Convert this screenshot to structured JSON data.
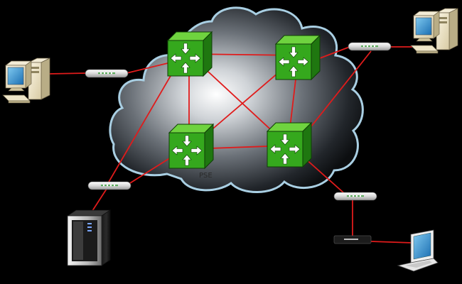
{
  "diagram": {
    "cloud_label": "PSE",
    "colors": {
      "background": "#000000",
      "link": "#e01b1b",
      "cloud_edge": "#a9cfe3",
      "router_face": "#33a51a",
      "router_dark": "#1e6e0e"
    },
    "nodes": [
      {
        "id": "router-top-left",
        "kind": "router",
        "icon": "router-icon"
      },
      {
        "id": "router-top-right",
        "kind": "router",
        "icon": "router-icon"
      },
      {
        "id": "router-bottom-left",
        "kind": "router",
        "icon": "router-icon"
      },
      {
        "id": "router-bottom-right",
        "kind": "router",
        "icon": "router-icon"
      },
      {
        "id": "desktop-left",
        "kind": "desktop",
        "icon": "desktop-computer-icon"
      },
      {
        "id": "desktop-right",
        "kind": "desktop",
        "icon": "desktop-computer-icon"
      },
      {
        "id": "server",
        "kind": "server",
        "icon": "server-tower-icon"
      },
      {
        "id": "laptop",
        "kind": "laptop",
        "icon": "laptop-icon"
      },
      {
        "id": "modem-left",
        "kind": "line-interface",
        "icon": "line-interface-icon"
      },
      {
        "id": "modem-right",
        "kind": "line-interface",
        "icon": "line-interface-icon"
      },
      {
        "id": "modem-bottom-left",
        "kind": "line-interface",
        "icon": "line-interface-icon"
      },
      {
        "id": "modem-bottom-right",
        "kind": "line-interface",
        "icon": "line-interface-icon"
      },
      {
        "id": "access-box",
        "kind": "access-device",
        "icon": "access-device-icon"
      }
    ],
    "links": [
      [
        "router-top-left",
        "router-top-right"
      ],
      [
        "router-top-left",
        "router-bottom-left"
      ],
      [
        "router-top-left",
        "router-bottom-right"
      ],
      [
        "router-top-right",
        "router-bottom-right"
      ],
      [
        "router-top-right",
        "router-bottom-left"
      ],
      [
        "router-bottom-left",
        "router-bottom-right"
      ],
      [
        "desktop-left",
        "modem-left"
      ],
      [
        "modem-left",
        "router-top-left"
      ],
      [
        "router-top-right",
        "modem-right"
      ],
      [
        "modem-right",
        "desktop-right"
      ],
      [
        "modem-right",
        "router-bottom-right"
      ],
      [
        "server",
        "modem-bottom-left"
      ],
      [
        "modem-bottom-left",
        "router-bottom-left"
      ],
      [
        "modem-bottom-left",
        "router-top-left"
      ],
      [
        "router-bottom-right",
        "modem-bottom-right"
      ],
      [
        "modem-bottom-right",
        "access-box"
      ],
      [
        "access-box",
        "laptop"
      ]
    ]
  }
}
